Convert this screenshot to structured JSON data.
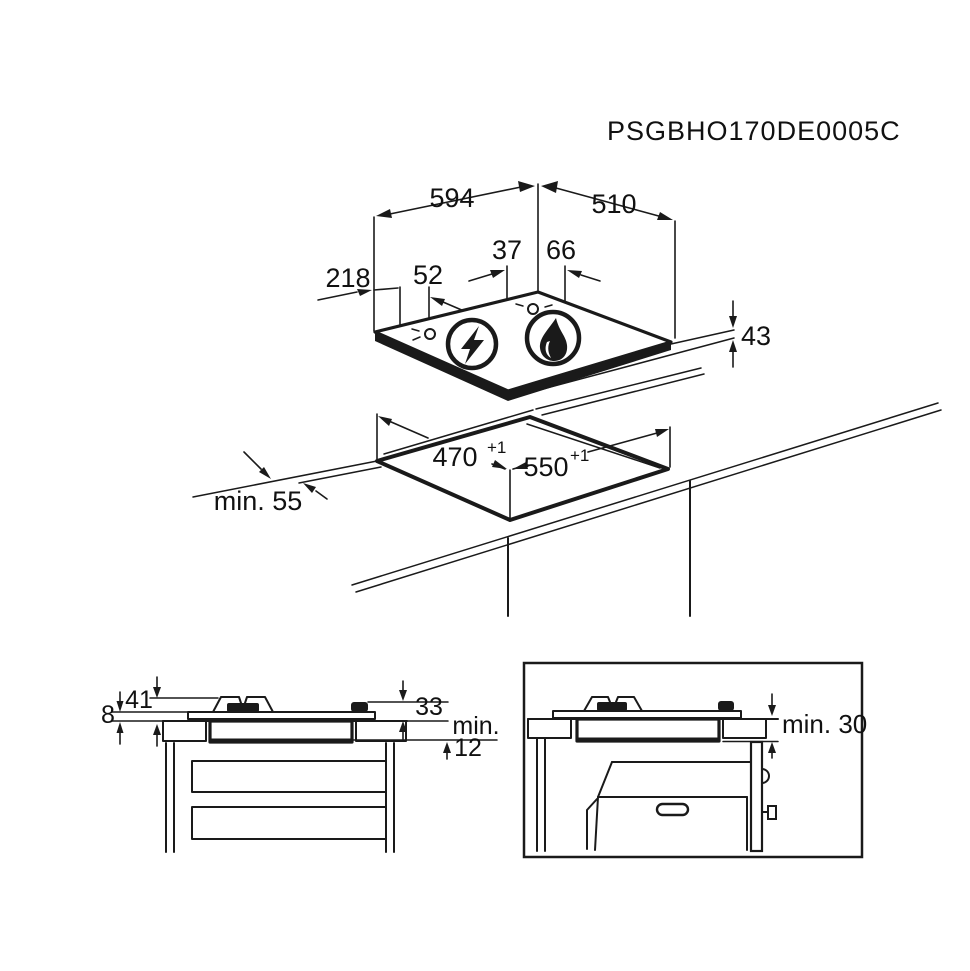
{
  "product_code": "PSGBHO170DE0005C",
  "top_view": {
    "width": "594",
    "depth": "510",
    "knob_offset_front": "37",
    "knob_offset_side": "66",
    "knob_edge_distance": "218",
    "knob_spacing": "52",
    "height": "43"
  },
  "cutout_view": {
    "cutout_depth": "470",
    "cutout_depth_tolerance": "+1",
    "cutout_width": "550",
    "cutout_width_tolerance": "+1",
    "front_edge_clearance": "min. 55"
  },
  "section_view": {
    "pan_support_height": "41",
    "glass_thickness": "8",
    "body_height": "33",
    "bottom_clearance_min": "min.",
    "bottom_clearance_value": "12"
  },
  "oven_view": {
    "oven_clearance": "min. 30"
  }
}
